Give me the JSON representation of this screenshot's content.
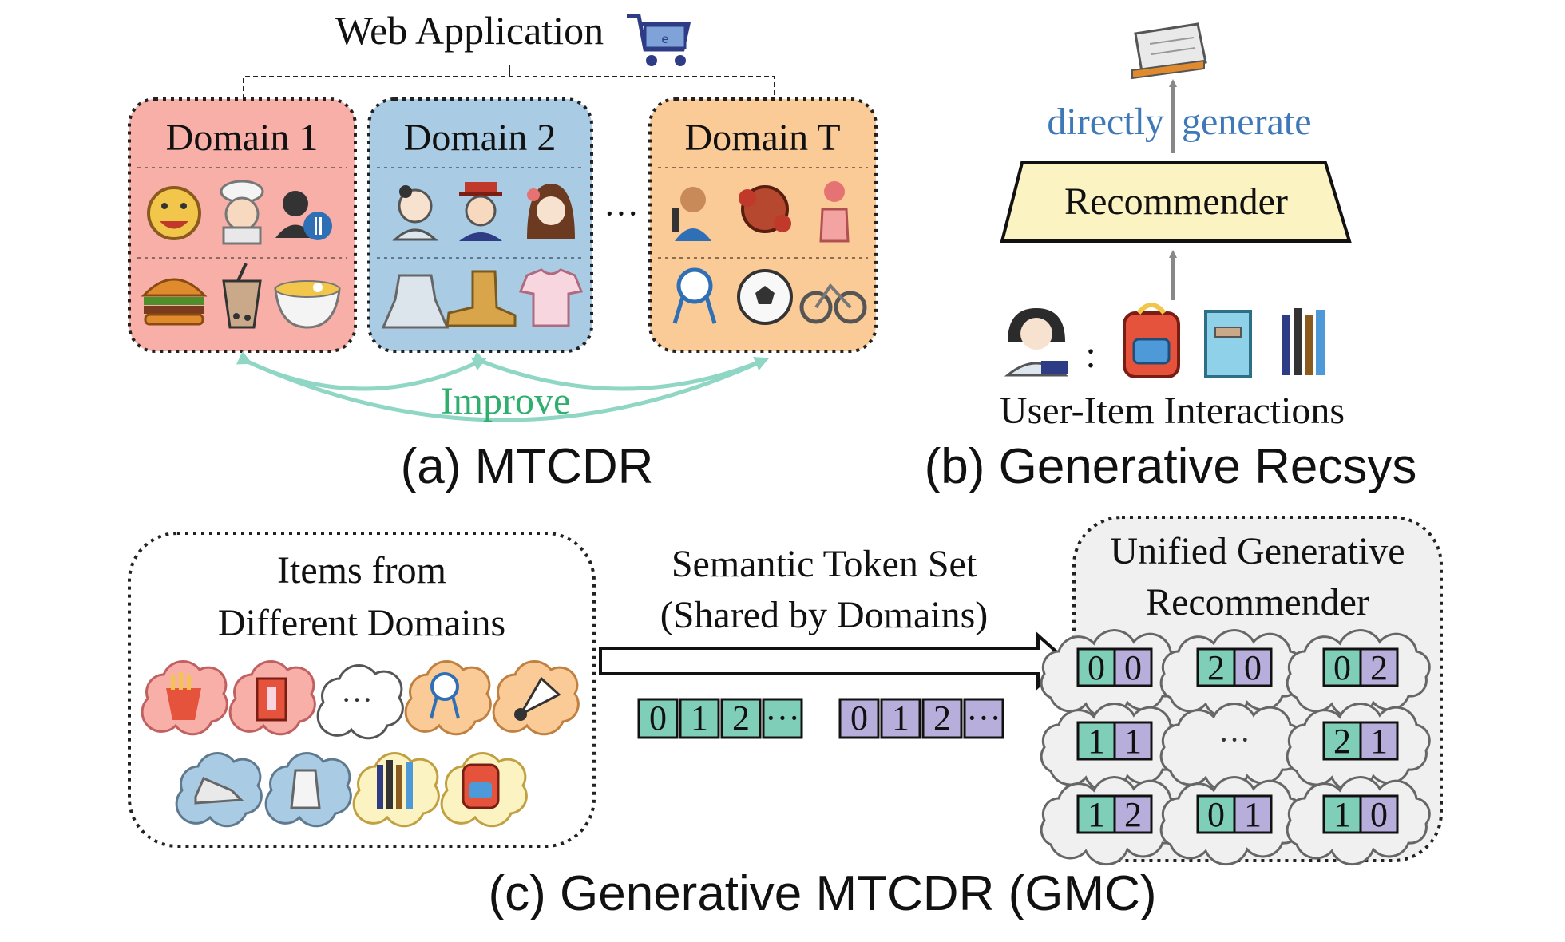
{
  "panel_a": {
    "header": "Web Application",
    "domains": [
      {
        "label": "Domain 1",
        "fill": "#F7AFA8"
      },
      {
        "label": "Domain 2",
        "fill": "#A9CBE3"
      },
      {
        "label": "Domain T",
        "fill": "#FBCB97"
      }
    ],
    "ellipsis": "···",
    "improve_label": "Improve",
    "caption": "(a) MTCDR"
  },
  "panel_b": {
    "generate_label_1": "directly",
    "generate_label_2": "generate",
    "recommender_label": "Recommender",
    "colon": ":",
    "interactions_label": "User-Item Interactions",
    "caption": "(b) Generative Recsys"
  },
  "panel_c": {
    "items_title_line1": "Items from",
    "items_title_line2": "Different Domains",
    "items_ellipsis": "···",
    "token_set_line1": "Semantic Token Set",
    "token_set_line2": "(Shared by Domains)",
    "token_row_1": [
      "0",
      "1",
      "2",
      "···"
    ],
    "token_row_2": [
      "0",
      "1",
      "2",
      "···"
    ],
    "unified_line1": "Unified Generative",
    "unified_line2": "Recommender",
    "token_pairs": [
      [
        "0",
        "0"
      ],
      [
        "2",
        "0"
      ],
      [
        "0",
        "2"
      ],
      [
        "1",
        "1"
      ],
      null,
      [
        "2",
        "1"
      ],
      [
        "1",
        "2"
      ],
      [
        "0",
        "1"
      ],
      [
        "1",
        "0"
      ]
    ],
    "pair_ellipsis": "···",
    "caption": "(c) Generative MTCDR (GMC)"
  },
  "colors": {
    "teal_token": "#7FCFB8",
    "purple_token": "#B8AEDB",
    "improve_arrow": "#8FD6C4",
    "improve_text": "#2FAE6E",
    "generate_text": "#3E78B8",
    "recommender_fill": "#FCF3C3",
    "unified_fill": "#F0F0F0"
  }
}
